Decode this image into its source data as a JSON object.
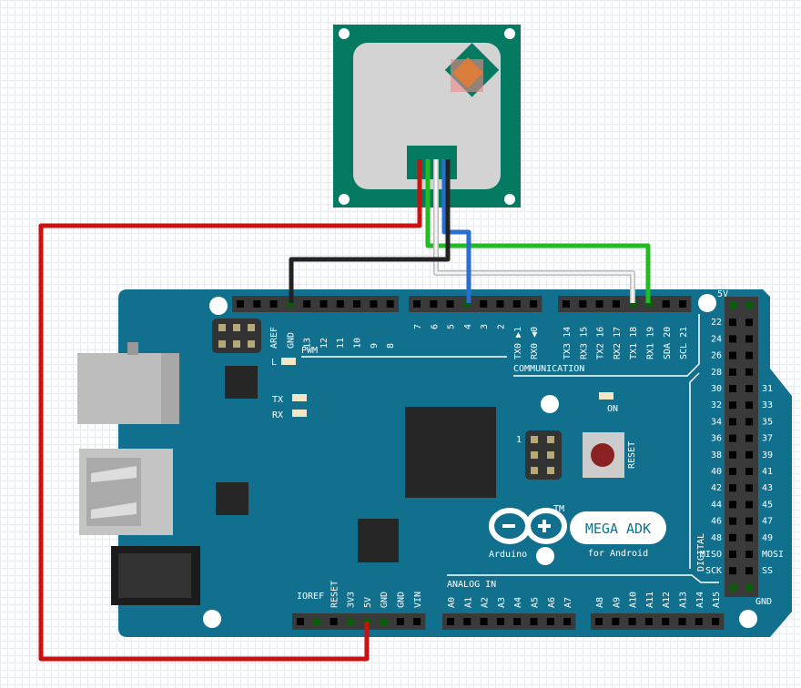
{
  "colors": {
    "board": "#12708f",
    "sensor": "#047a62",
    "red": "#cc1111",
    "green": "#22bb22",
    "white": "#f4f4f4",
    "blue": "#2a6fd0",
    "black": "#222222"
  },
  "header_top_left": [
    "AREF",
    "GND",
    "13",
    "12",
    "11",
    "10",
    "9",
    "8"
  ],
  "header_top_mid": [
    "7",
    "6",
    "5",
    "4",
    "3",
    "2",
    "TX0 ▶1",
    "RX0 ◀0"
  ],
  "header_top_right": [
    "TX3 14",
    "RX3 15",
    "TX2 16",
    "RX2 17",
    "TX1 18",
    "RX1 19",
    "SDA 20",
    "SCL 21"
  ],
  "power_header": [
    "IOREF",
    "RESET",
    "3V3",
    "5V",
    "GND",
    "GND",
    "VIN"
  ],
  "analog_header": [
    "A0",
    "A1",
    "A2",
    "A3",
    "A4",
    "A5",
    "A6",
    "A7",
    "A8",
    "A9",
    "A10",
    "A11",
    "A12",
    "A13",
    "A14",
    "A15"
  ],
  "digital_left": [
    "5V",
    "22",
    "24",
    "26",
    "28",
    "30",
    "32",
    "34",
    "36",
    "38",
    "40",
    "42",
    "44",
    "46",
    "48",
    "MISO",
    "SCK",
    "GND"
  ],
  "digital_right": [
    "31",
    "33",
    "35",
    "37",
    "39",
    "41",
    "43",
    "45",
    "47",
    "49",
    "MOSI",
    "SS"
  ],
  "labels": {
    "pwm": "PWM",
    "communication": "COMMUNICATION",
    "analog_in": "ANALOG IN",
    "digital": "DIGITAL",
    "led_l": "L",
    "led_tx": "TX",
    "led_rx": "RX",
    "led_on": "ON",
    "reset": "RESET",
    "icsp_1": "1",
    "brand": "Arduino",
    "trademark": "TM",
    "model": "MEGA ADK",
    "model_sub": "for Android",
    "gnd_bottom": "GND",
    "v5_top": "5V"
  }
}
